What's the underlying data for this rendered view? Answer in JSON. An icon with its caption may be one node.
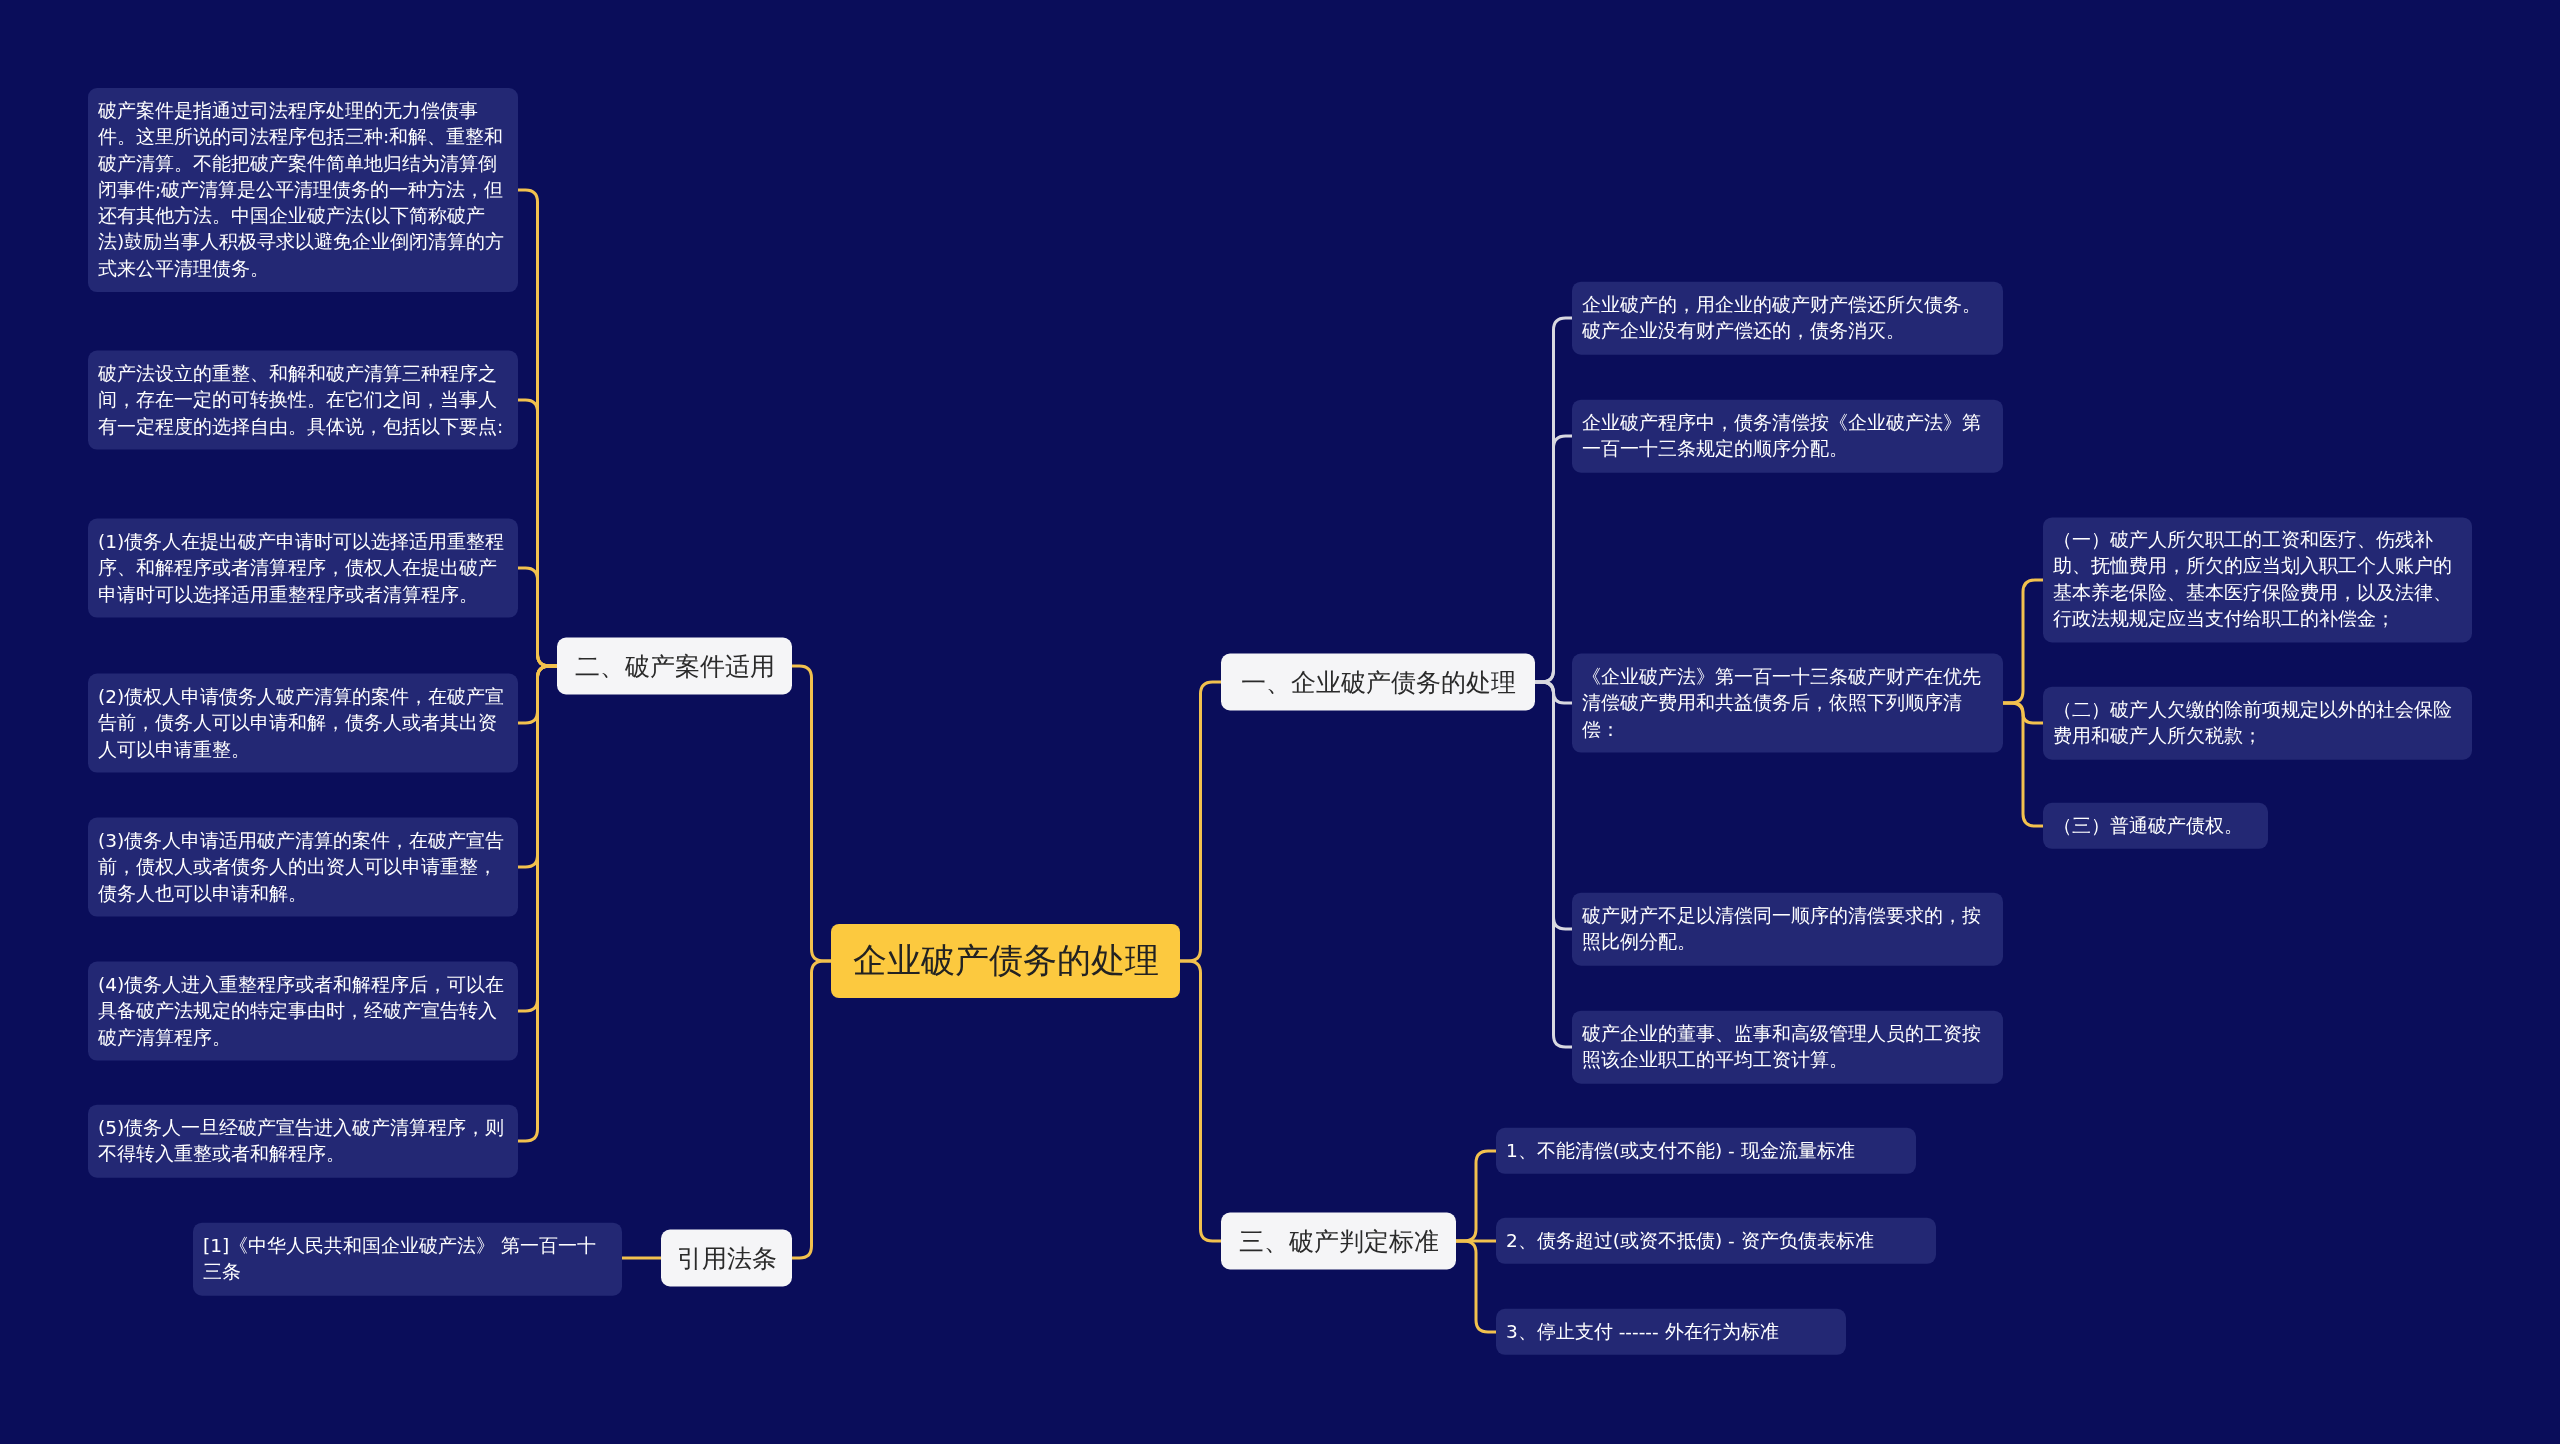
{
  "diagram": {
    "nodes": [
      {
        "text": [
          "企业破产债务的处理"
        ]
      },
      {
        "text": [
          "一、企业破产债务的处理"
        ]
      },
      {
        "text": [
          "企业破产的，用企业的破产财产偿还所欠债务。破产企业没有财产偿还的，债务消灭。"
        ]
      },
      {
        "text": [
          "企业破产程序中，债务清偿按《企业破产法》第一百一十三条规定的顺序分配。"
        ]
      },
      {
        "text": [
          "《企业破产法》第一百一十三条破产财产在优先清偿破产费用和共益债务后，依照下列顺序清偿："
        ]
      },
      {
        "text": [
          "破产财产不足以清偿同一顺序的清偿要求的，按照比例分配。"
        ]
      },
      {
        "text": [
          "破产企业的董事、监事和高级管理人员的工资按照该企业职工的平均工资计算。"
        ]
      },
      {
        "text": [
          "（一）破产人所欠职工的工资和医疗、伤残补助、抚恤费用，所欠的应当划入职工个人账户的基本养老保险、基本医疗保险费用，以及法律、行政法规规定应当支付给职工的补偿金；"
        ]
      },
      {
        "text": [
          "（二）破产人欠缴的除前项规定以外的社会保险费用和破产人所欠税款；"
        ]
      },
      {
        "text": [
          "（三）普通破产债权。"
        ]
      },
      {
        "text": [
          "三、破产判定标准"
        ]
      },
      {
        "text": [
          "1、不能清偿(或支付不能) - 现金流量标准"
        ]
      },
      {
        "text": [
          "2、债务超过(或资不抵债) - 资产负债表标准"
        ]
      },
      {
        "text": [
          "3、停止支付 ------ 外在行为标准"
        ]
      },
      {
        "text": [
          "二、破产案件适用"
        ]
      },
      {
        "text": [
          "破产案件是指通过司法程序处理的无力偿债事件。这里所说的司法程序包括三种:和解、重整和破产清算。不能把破产案件简单地归结为清算倒闭事件;破产清算是公平清理债务的一种方法，但还有其他方法。中国企业破产法(以下简称破产法)鼓励当事人积极寻求以避免企业倒闭清算的方式来公平清理债务。"
        ]
      },
      {
        "text": [
          "破产法设立的重整、和解和破产清算三种程序之间，存在一定的可转换性。在它们之间，当事人有一定程度的选择自由。具体说，包括以下要点:"
        ]
      },
      {
        "text": [
          "(1)债务人在提出破产申请时可以选择适用重整程序、和解程序或者清算程序，债权人在提出破产申请时可以选择适用重整程序或者清算程序。"
        ]
      },
      {
        "text": [
          "(2)债权人申请债务人破产清算的案件，在破产宣告前，债务人可以申请和解，债务人或者其出资人可以申请重整。"
        ]
      },
      {
        "text": [
          "(3)债务人申请适用破产清算的案件，在破产宣告前，债权人或者债务人的出资人可以申请重整，债务人也可以申请和解。"
        ]
      },
      {
        "text": [
          "(4)债务人进入重整程序或者和解程序后，可以在具备破产法规定的特定事由时，经破产宣告转入破产清算程序。"
        ]
      },
      {
        "text": [
          "(5)债务人一旦经破产宣告进入破产清算程序，则不得转入重整或者和解程序。"
        ]
      },
      {
        "text": [
          "引用法条"
        ]
      },
      {
        "text": [
          "[1]《中华人民共和国企业破产法》 第一百一十三条"
        ]
      }
    ],
    "edges": [
      {
        "from": 0,
        "to": 1,
        "arrow": "none"
      },
      {
        "from": 0,
        "to": 10,
        "arrow": "none"
      },
      {
        "from": 0,
        "to": 14,
        "arrow": "none"
      },
      {
        "from": 0,
        "to": 22,
        "arrow": "none"
      },
      {
        "from": 1,
        "to": 2,
        "arrow": "none",
        "color": "#d8d8e0"
      },
      {
        "from": 1,
        "to": 3,
        "arrow": "none",
        "color": "#d8d8e0"
      },
      {
        "from": 1,
        "to": 4,
        "arrow": "none",
        "color": "#d8d8e0"
      },
      {
        "from": 1,
        "to": 5,
        "arrow": "none",
        "color": "#d8d8e0"
      },
      {
        "from": 1,
        "to": 6,
        "arrow": "none",
        "color": "#d8d8e0"
      },
      {
        "from": 4,
        "to": 7,
        "arrow": "none"
      },
      {
        "from": 4,
        "to": 8,
        "arrow": "none"
      },
      {
        "from": 4,
        "to": 9,
        "arrow": "none"
      },
      {
        "from": 10,
        "to": 11,
        "arrow": "none"
      },
      {
        "from": 10,
        "to": 12,
        "arrow": "none"
      },
      {
        "from": 10,
        "to": 13,
        "arrow": "none"
      },
      {
        "from": 14,
        "to": 15,
        "arrow": "none"
      },
      {
        "from": 14,
        "to": 16,
        "arrow": "none"
      },
      {
        "from": 14,
        "to": 17,
        "arrow": "none"
      },
      {
        "from": 14,
        "to": 18,
        "arrow": "none"
      },
      {
        "from": 14,
        "to": 19,
        "arrow": "none"
      },
      {
        "from": 14,
        "to": 20,
        "arrow": "none"
      },
      {
        "from": 14,
        "to": 21,
        "arrow": "none"
      },
      {
        "from": 22,
        "to": 23,
        "arrow": "none"
      }
    ]
  }
}
